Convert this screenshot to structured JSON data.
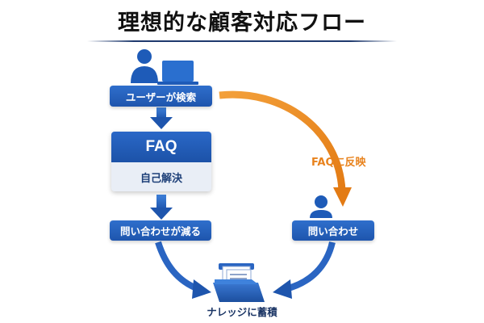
{
  "title": "理想的な顧客対応フロー",
  "nodes": {
    "user_search": "ユーザーが検索",
    "faq_header": "FAQ",
    "faq_sub": "自己解決",
    "inquiries_decrease": "問い合わせが減る",
    "inquiry": "問い合わせ",
    "knowledge": "ナレッジに蓄積"
  },
  "arrows": {
    "reflect": "FAQに反映"
  },
  "colors": {
    "blue": "#1e55ad",
    "orange": "#e8821c",
    "navy": "#1b3565"
  },
  "icons": [
    "person-with-laptop-icon",
    "person-icon",
    "folder-documents-icon"
  ]
}
